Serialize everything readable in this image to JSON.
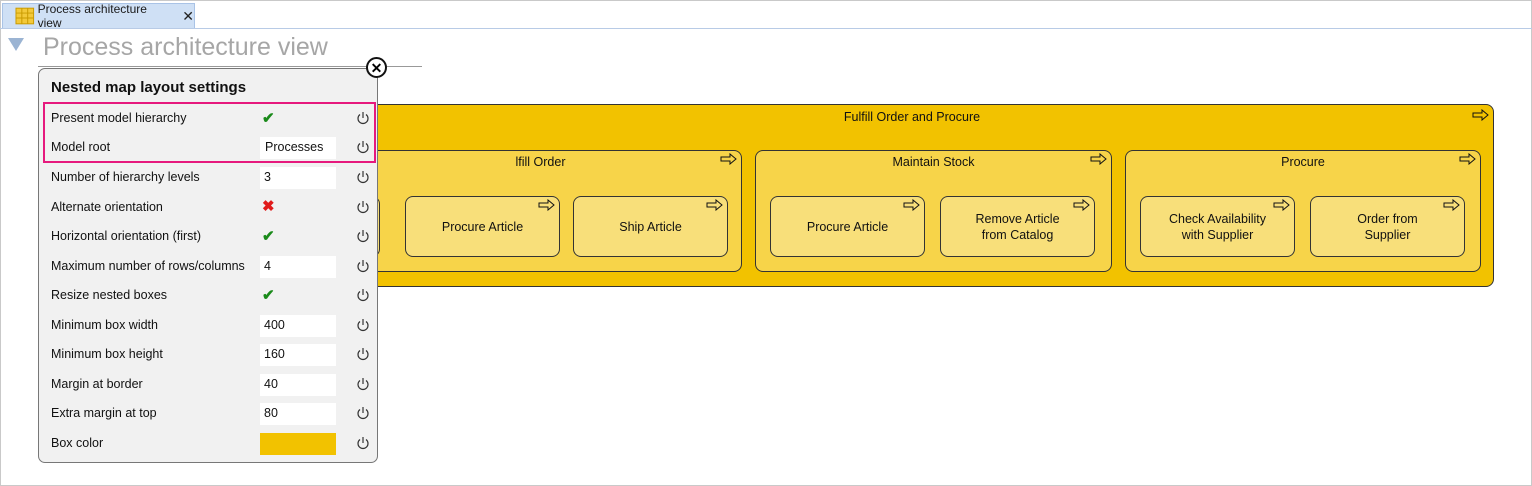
{
  "tab": {
    "label": "Process architecture view",
    "close": "✕"
  },
  "view": {
    "title": "Process architecture view"
  },
  "diagram": {
    "root": {
      "title": "Fulfill Order and Procure"
    },
    "groups": [
      {
        "title": "lfill Order",
        "children": [
          "Procure Article",
          "Ship Article"
        ]
      },
      {
        "title": "Maintain Stock",
        "children": [
          "Procure Article",
          "Remove Article from Catalog"
        ]
      },
      {
        "title": "Procure",
        "children": [
          "Check Availability with Supplier",
          "Order from Supplier"
        ]
      }
    ],
    "colors": {
      "outer": "#f2c200",
      "group": "#f7d449",
      "leaf": "#f8df7a"
    }
  },
  "panel": {
    "title": "Nested map layout settings",
    "close_icon": "close-circle-icon",
    "rows": [
      {
        "label": "Present model hierarchy",
        "kind": "check",
        "glyph": "✔"
      },
      {
        "label": "Model root",
        "kind": "text",
        "value": "Processes"
      },
      {
        "label": "Number of hierarchy levels",
        "kind": "text",
        "value": "3"
      },
      {
        "label": "Alternate orientation",
        "kind": "cross",
        "glyph": "✖"
      },
      {
        "label": "Horizontal orientation (first)",
        "kind": "check",
        "glyph": "✔"
      },
      {
        "label": "Maximum number of rows/columns",
        "kind": "text",
        "value": "4"
      },
      {
        "label": "Resize nested boxes",
        "kind": "check",
        "glyph": "✔"
      },
      {
        "label": "Minimum box width",
        "kind": "text",
        "value": "400"
      },
      {
        "label": "Minimum box height",
        "kind": "text",
        "value": "160"
      },
      {
        "label": "Margin at border",
        "kind": "text",
        "value": "40"
      },
      {
        "label": "Extra margin at top",
        "kind": "text",
        "value": "80"
      },
      {
        "label": "Box color",
        "kind": "color",
        "value": "#f2c200"
      }
    ]
  },
  "colors": {
    "highlight": "#e6197d",
    "check": "#1a8a1a",
    "cross": "#e01b1b",
    "tab_bg": "#cfe0f5"
  }
}
